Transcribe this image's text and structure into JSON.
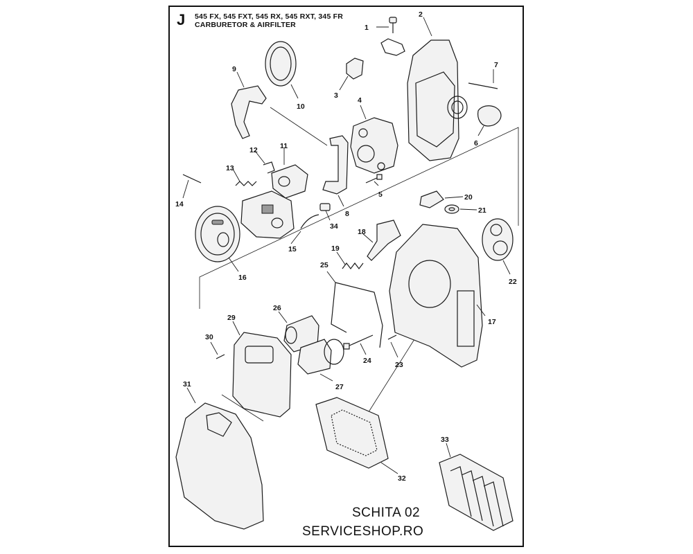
{
  "diagram": {
    "section_letter": "J",
    "models": "545 FX, 545 FXT, 545 RX, 545 RXT, 345 FR",
    "subtitle": "CARBURETOR & AIRFILTER",
    "footer_sheet": "SCHITA 02",
    "footer_shop": "SERVICESHOP.RO",
    "callouts": [
      "1",
      "2",
      "3",
      "4",
      "5",
      "6",
      "7",
      "8",
      "9",
      "10",
      "11",
      "12",
      "13",
      "14",
      "15",
      "16",
      "17",
      "18",
      "19",
      "20",
      "21",
      "22",
      "23",
      "24",
      "25",
      "26",
      "27",
      "29",
      "30",
      "31",
      "32",
      "33",
      "34"
    ]
  }
}
